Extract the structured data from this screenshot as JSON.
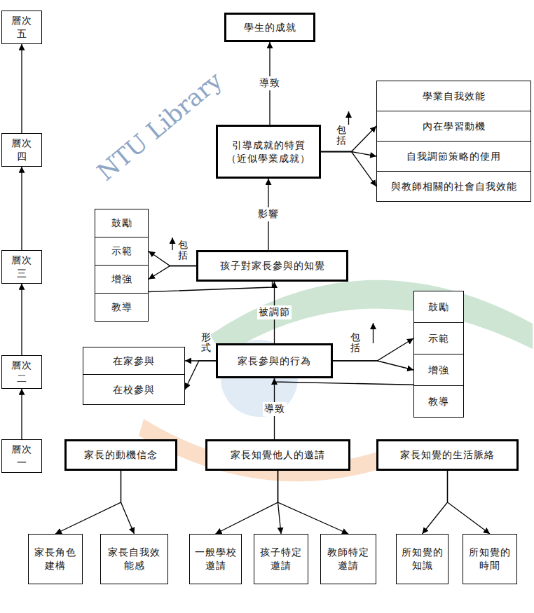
{
  "diagram": {
    "nodes": [
      {
        "text": [
          "層次五"
        ]
      },
      {
        "text": [
          "層次四"
        ]
      },
      {
        "text": [
          "層次三"
        ]
      },
      {
        "text": [
          "層次二"
        ]
      },
      {
        "text": [
          "層次一"
        ]
      },
      {
        "text": [
          "學生的成就"
        ]
      },
      {
        "text": [
          "引導成就的特質 （近似學業成就）"
        ]
      },
      {
        "text": [
          "學業自我效能"
        ]
      },
      {
        "text": [
          "內在學習動機"
        ]
      },
      {
        "text": [
          "自我調節策略的使用"
        ]
      },
      {
        "text": [
          "與教師相關的社會自我效能"
        ]
      },
      {
        "text": [
          "鼓勵"
        ]
      },
      {
        "text": [
          "示範"
        ]
      },
      {
        "text": [
          "增強"
        ]
      },
      {
        "text": [
          "教導"
        ]
      },
      {
        "text": [
          "孩子對家長參與的知覺"
        ]
      },
      {
        "text": [
          "在家參與"
        ]
      },
      {
        "text": [
          "在校參與"
        ]
      },
      {
        "text": [
          "家長參與的行為"
        ]
      },
      {
        "text": [
          "鼓勵"
        ]
      },
      {
        "text": [
          "示範"
        ]
      },
      {
        "text": [
          "增強"
        ]
      },
      {
        "text": [
          "教導"
        ]
      },
      {
        "text": [
          "家長的動機信念"
        ]
      },
      {
        "text": [
          "家長知覺他人的邀請"
        ]
      },
      {
        "text": [
          "家長知覺的生活脈絡"
        ]
      },
      {
        "text": [
          "家長角色建構"
        ]
      },
      {
        "text": [
          "家長自我效能感"
        ]
      },
      {
        "text": [
          "一般學校邀請"
        ]
      },
      {
        "text": [
          "孩子特定邀請"
        ]
      },
      {
        "text": [
          "教師特定邀請"
        ]
      },
      {
        "text": [
          "所知覺的知識"
        ]
      },
      {
        "text": [
          "所知覺的時間"
        ]
      }
    ],
    "edges": [
      {
        "from": 4,
        "to": 3,
        "arrow": "to"
      },
      {
        "from": 3,
        "to": 2,
        "arrow": "to"
      },
      {
        "from": 2,
        "to": 1,
        "arrow": "to"
      },
      {
        "from": 1,
        "to": 0,
        "arrow": "to"
      },
      {
        "from": 6,
        "to": 5,
        "label": "導致",
        "arrow": "to"
      },
      {
        "from": 6,
        "to": 7,
        "arrow": "to"
      },
      {
        "from": 6,
        "to": 8,
        "arrow": "to"
      },
      {
        "from": 6,
        "to": 9,
        "arrow": "to"
      },
      {
        "from": 6,
        "to": 10,
        "arrow": "to"
      },
      {
        "from": 15,
        "to": 6,
        "label": "影響",
        "arrow": "to"
      },
      {
        "from": 15,
        "to": 11,
        "arrow": "to"
      },
      {
        "from": 15,
        "to": 12,
        "arrow": "to"
      },
      {
        "from": 15,
        "to": 13,
        "arrow": "to"
      },
      {
        "from": 15,
        "to": 14,
        "arrow": "to"
      },
      {
        "from": 18,
        "to": 15,
        "label": "被調節",
        "arrow": "to"
      },
      {
        "from": 18,
        "to": 16,
        "arrow": "to"
      },
      {
        "from": 18,
        "to": 17,
        "arrow": "to"
      },
      {
        "from": 18,
        "to": 19,
        "arrow": "to"
      },
      {
        "from": 18,
        "to": 20,
        "arrow": "to"
      },
      {
        "from": 18,
        "to": 21,
        "arrow": "to"
      },
      {
        "from": 18,
        "to": 22,
        "arrow": "to"
      },
      {
        "from": 24,
        "to": 18,
        "label": "導致",
        "arrow": "to"
      },
      {
        "from": 23,
        "to": 26,
        "arrow": "to"
      },
      {
        "from": 23,
        "to": 27,
        "arrow": "to"
      },
      {
        "from": 24,
        "to": 28,
        "arrow": "to"
      },
      {
        "from": 24,
        "to": 29,
        "arrow": "to"
      },
      {
        "from": 24,
        "to": 30,
        "arrow": "to"
      },
      {
        "from": 25,
        "to": 31,
        "arrow": "to"
      },
      {
        "from": 25,
        "to": 32,
        "arrow": "to"
      }
    ],
    "labels": [
      "包括",
      "包括",
      "形式",
      "包括",
      "NTU Library"
    ]
  }
}
